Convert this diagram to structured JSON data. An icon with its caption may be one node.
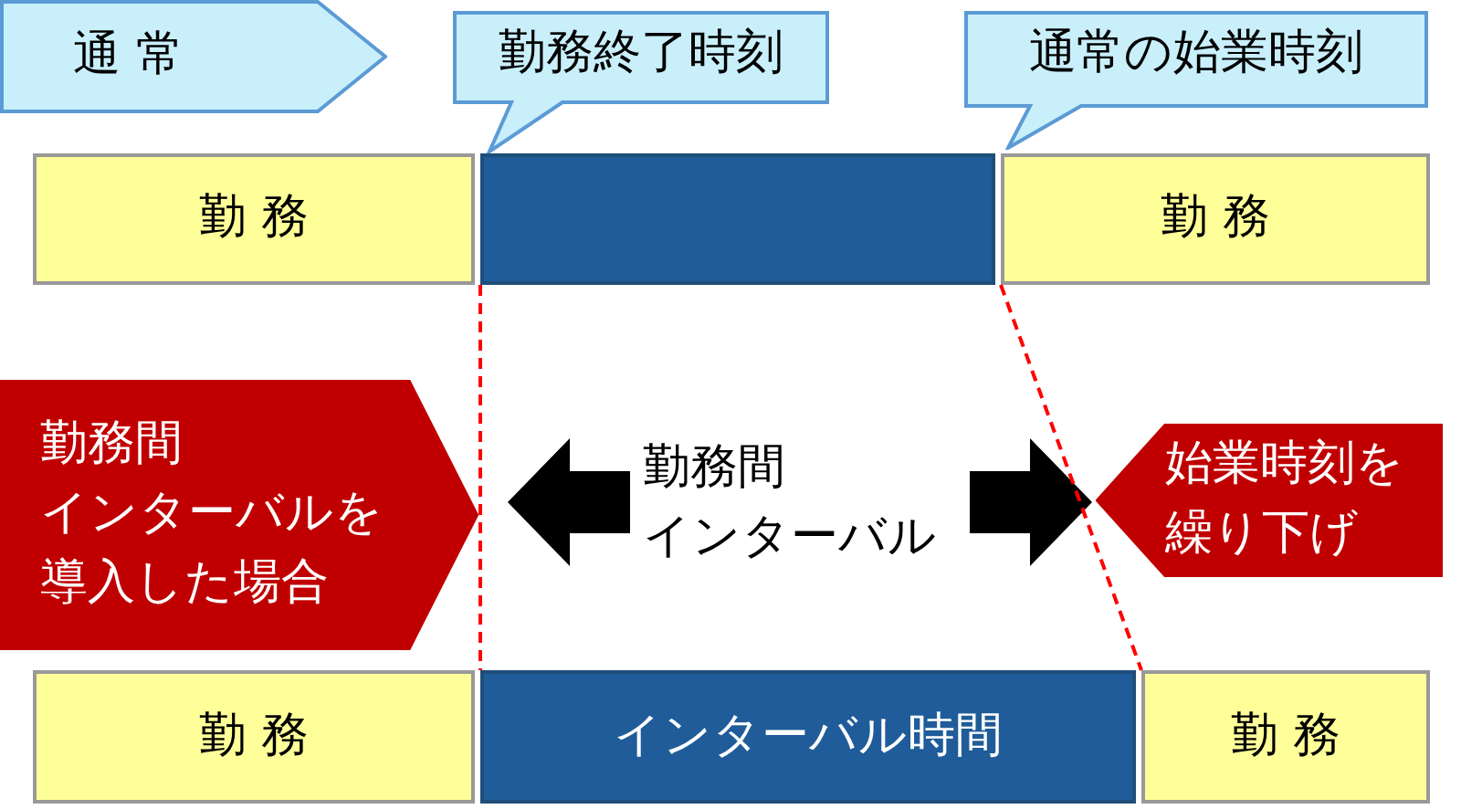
{
  "diagram": {
    "nodes": [
      {
        "text": [
          "通 常"
        ]
      },
      {
        "text": [
          "勤務終了時刻"
        ]
      },
      {
        "text": [
          "通常の始業時刻"
        ]
      },
      {
        "text": [
          "勤 務"
        ]
      },
      {
        "text": [],
        "shape": "bar"
      },
      {
        "text": [
          "勤 務"
        ]
      },
      {
        "text": [
          "勤務間インターバルを導入した場合"
        ]
      },
      {
        "text": [
          "始業時刻を繰り下げ"
        ]
      },
      {
        "text": [
          "勤 務"
        ]
      },
      {
        "text": [
          "インターバル時間"
        ]
      },
      {
        "text": [
          "勤 務"
        ]
      }
    ],
    "edges": [
      {
        "from": 4,
        "to": 9,
        "arrow": "none",
        "style": "dashed",
        "color": "#ff0000"
      },
      {
        "from": 5,
        "to": 10,
        "arrow": "none",
        "style": "dashed",
        "color": "#ff0000"
      }
    ],
    "labels": [
      "勤務間インターバル"
    ]
  }
}
